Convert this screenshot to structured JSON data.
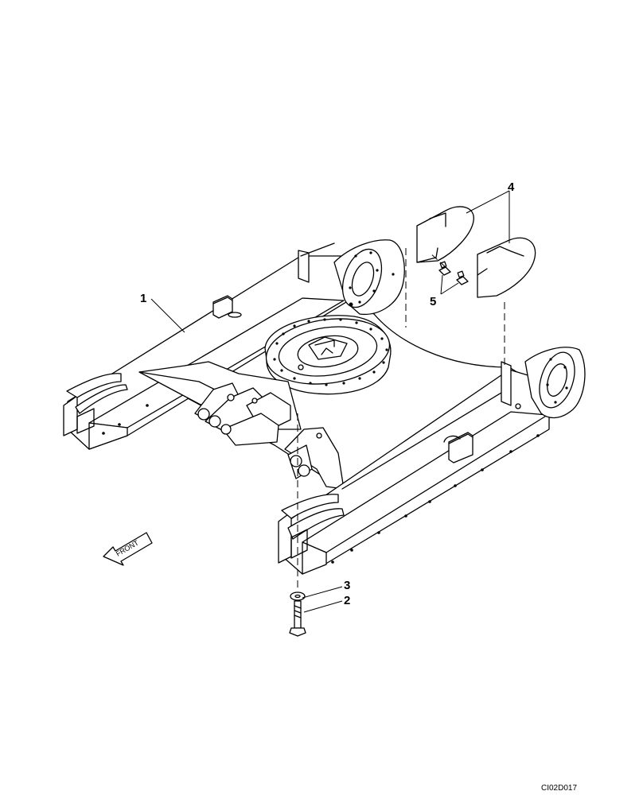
{
  "callouts": {
    "c1": "1",
    "c2": "2",
    "c3": "3",
    "c4": "4",
    "c5": "5"
  },
  "front_label": "FRONT",
  "drawing_ref": "CI02D017"
}
